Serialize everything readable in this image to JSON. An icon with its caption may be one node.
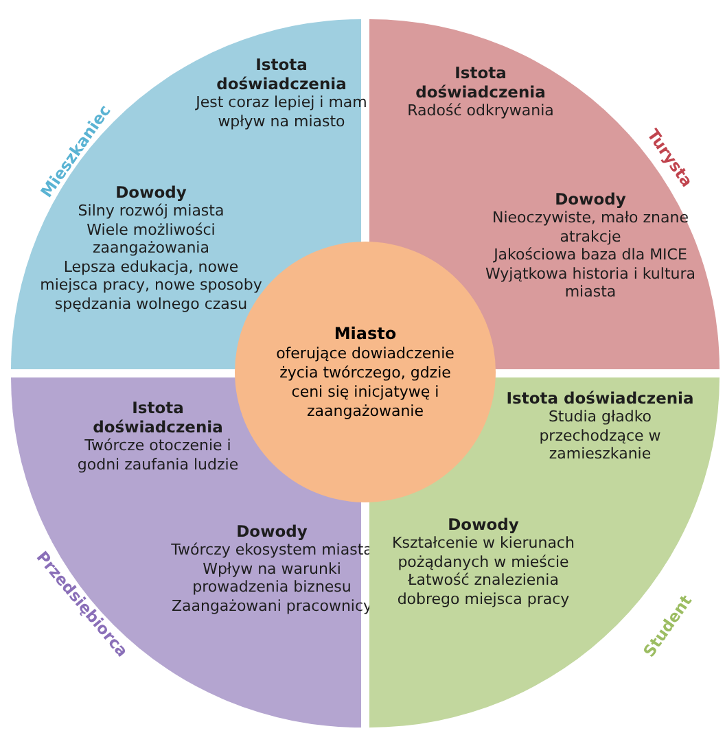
{
  "diagram": {
    "nodes": [
      {
        "text": [
          "Mieszkaniec",
          "Istota doświadczenia",
          "Jest coraz lepiej i mam wpływ na miasto",
          "Dowody",
          "Silny rozwój miasta",
          "Wiele możliwości zaangażowania",
          "Lepsza edukacja, nowe miejsca pracy, nowe sposoby spędzania wolnego czasu"
        ]
      },
      {
        "text": [
          "Turysta",
          "Istota doświadczenia",
          "Radość odkrywania",
          "Dowody",
          "Nieoczywiste, mało znane atrakcje",
          "Jakościowa baza dla MICE",
          "Wyjątkowa historia i kultura miasta"
        ]
      },
      {
        "text": [
          "Miasto",
          "oferujące dowiadczenie życia twórczego, gdzie ceni się inicjatywę i zaangażowanie"
        ]
      },
      {
        "text": [
          "Przedsiębiorca",
          "Istota doświadczenia",
          "Twórcze otoczenie i godni zaufania ludzie",
          "Dowody",
          "Twórczy ekosystem miasta",
          "Wpływ na warunki prowadzenia biznesu",
          "Zaangażowani pracownicy"
        ]
      },
      {
        "text": [
          "Student",
          "Istota doświadczenia",
          "Studia gładko przechodzące w zamieszkanie",
          "Dowody",
          "Kształcenie w kierunach pożądanych w mieście",
          "Łatwość znalezienia dobrego miejsca pracy"
        ]
      }
    ]
  }
}
